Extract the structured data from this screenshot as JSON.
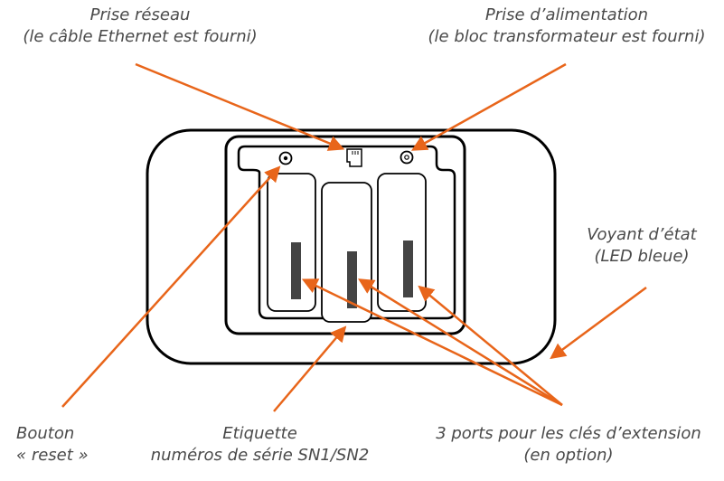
{
  "labels": {
    "network_jack": {
      "line1": "Prise réseau",
      "line2": "(le câble Ethernet est fourni)"
    },
    "power_jack": {
      "line1": "Prise d’alimentation",
      "line2": "(le bloc transformateur est fourni)"
    },
    "status_led": {
      "line1": "Voyant d’état",
      "line2": "(LED bleue)"
    },
    "reset_button": {
      "line1": "Bouton",
      "line2": "« reset »"
    },
    "serial_label": {
      "line1": "Etiquette",
      "line2": "numéros de série SN1/SN2"
    },
    "extension_ports": {
      "line1": "3 ports pour les clés d’extension",
      "line2": "(en option)"
    }
  },
  "colors": {
    "callout_arrow": "#E8651A",
    "device_outline": "#000000",
    "label_text": "#4a4a4a",
    "port_slot": "#444444"
  },
  "icons": {
    "network": "ethernet-port-icon",
    "power": "power-jack-icon",
    "reset": "reset-button-icon"
  }
}
